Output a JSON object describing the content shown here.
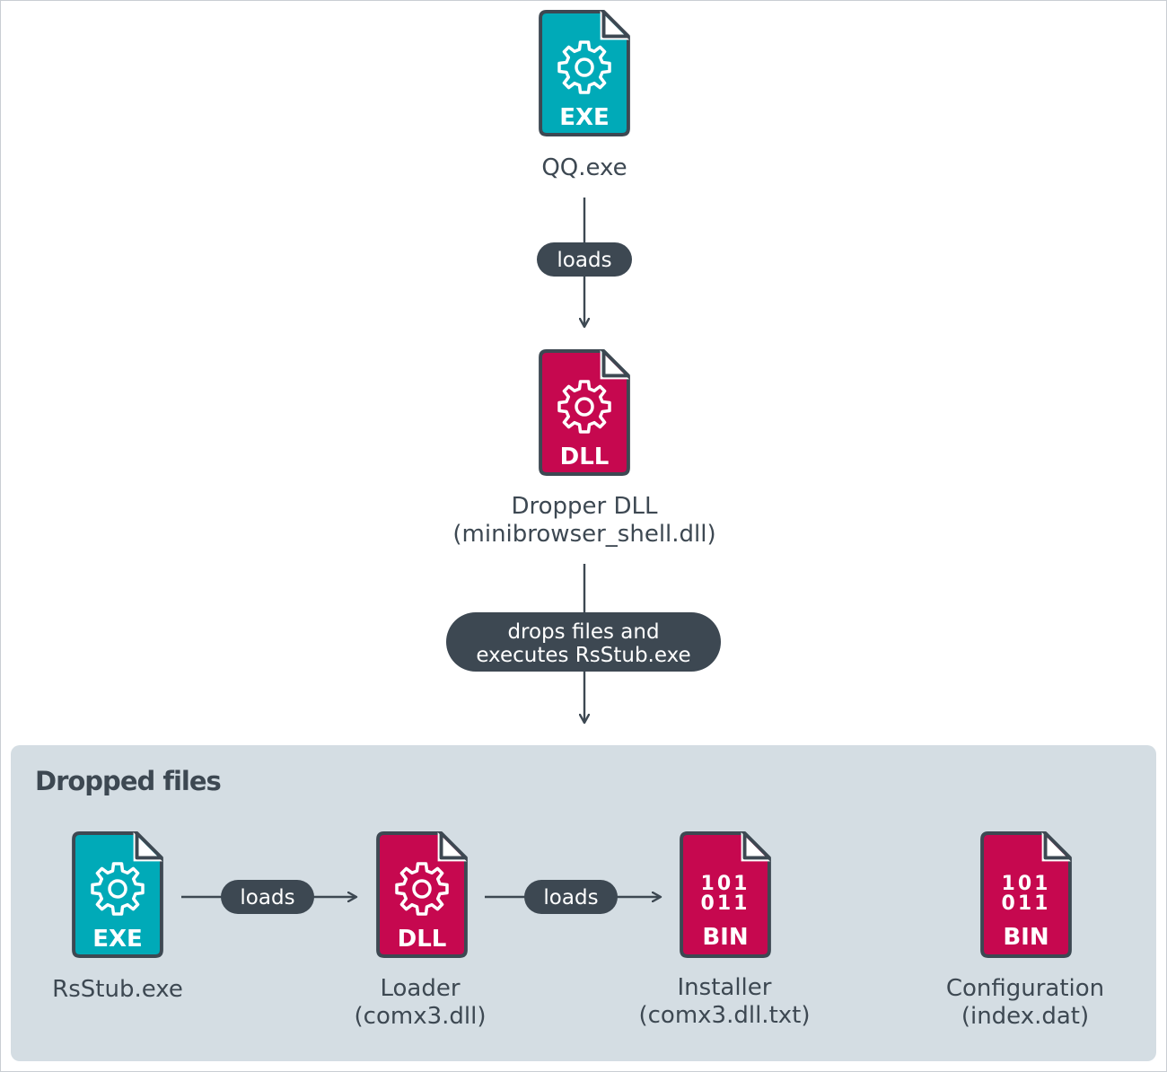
{
  "colors": {
    "exe": "#00aab8",
    "dll": "#c6084f",
    "file_outline": "#3d4852",
    "pill": "#3d4852",
    "panel": "#d4dde3"
  },
  "icons": {
    "exe": "gear-file-icon",
    "dll": "gear-file-icon",
    "bin": "binary-file-icon"
  },
  "qq": {
    "badge": "EXE",
    "label": "QQ.exe"
  },
  "edge1": {
    "label": "loads"
  },
  "dropper": {
    "badge": "DLL",
    "label1": "Dropper DLL",
    "label2": "(minibrowser_shell.dll)"
  },
  "edge2": {
    "line1": "drops files and",
    "line2": "executes RsStub.exe"
  },
  "panel": {
    "title": "Dropped files",
    "rsstub": {
      "badge": "EXE",
      "label": "RsStub.exe"
    },
    "edge3": {
      "label": "loads"
    },
    "loader": {
      "badge": "DLL",
      "label1": "Loader",
      "label2": "(comx3.dll)"
    },
    "edge4": {
      "label": "loads"
    },
    "installer": {
      "bits1": "101",
      "bits2": "011",
      "badge": "BIN",
      "label1": "Installer",
      "label2": "(comx3.dll.txt)"
    },
    "config": {
      "bits1": "101",
      "bits2": "011",
      "badge": "BIN",
      "label1": "Configuration",
      "label2": "(index.dat)"
    }
  }
}
